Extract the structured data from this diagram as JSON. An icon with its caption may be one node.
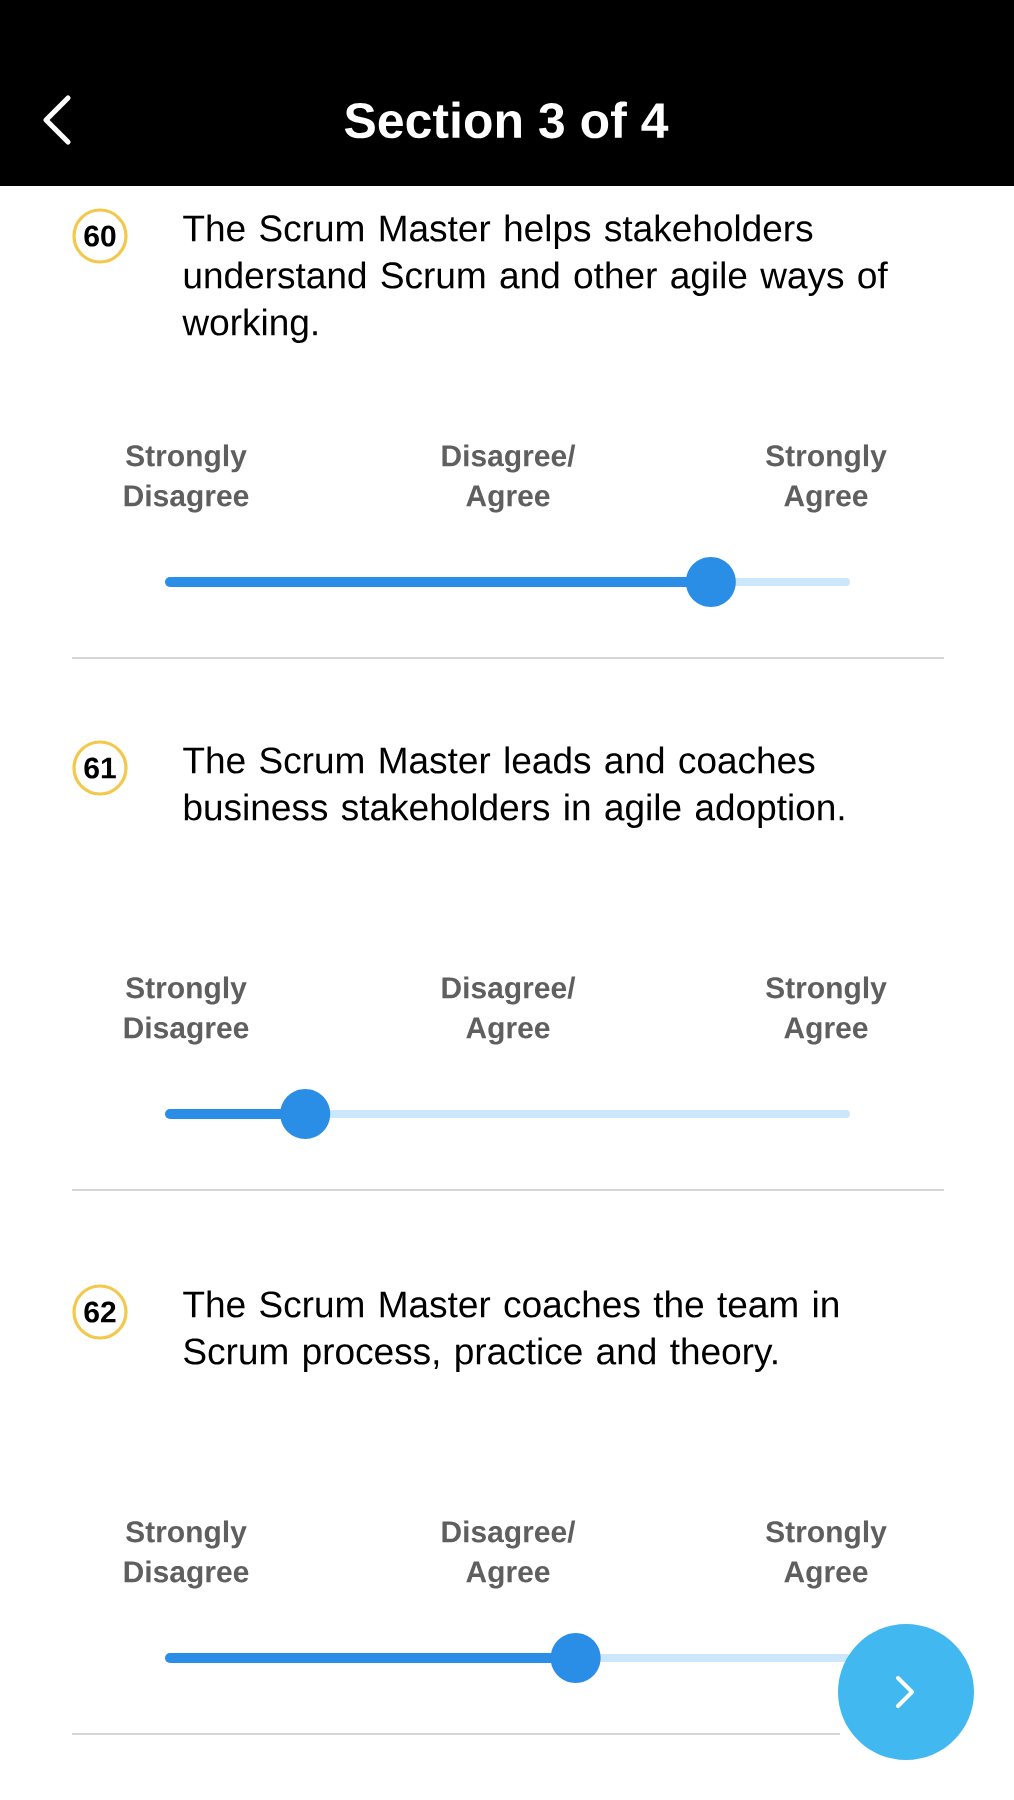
{
  "diagram": {
    "title": "Section 3 of 4",
    "nodes": [
      {
        "text": [
          "60"
        ]
      },
      {
        "text": [
          "61"
        ]
      },
      {
        "text": [
          "62"
        ]
      },
      {
        "text": [],
        "shape": "circle"
      }
    ],
    "edges": [],
    "labels": [
      "The Scrum Master helps stakeholders understand Scrum and other agile ways of working.",
      "Strongly Disagree",
      "Disagree/ Agree",
      "Strongly Agree",
      "The Scrum Master leads and coaches business stakeholders in agile adoption.",
      "Strongly Disagree",
      "Disagree/ Agree",
      "Strongly Agree",
      "The Scrum Master coaches the team in Scrum process, practice and theory.",
      "Strongly Disagree",
      "Disagree/ Agree",
      "Strongly Agree"
    ]
  }
}
